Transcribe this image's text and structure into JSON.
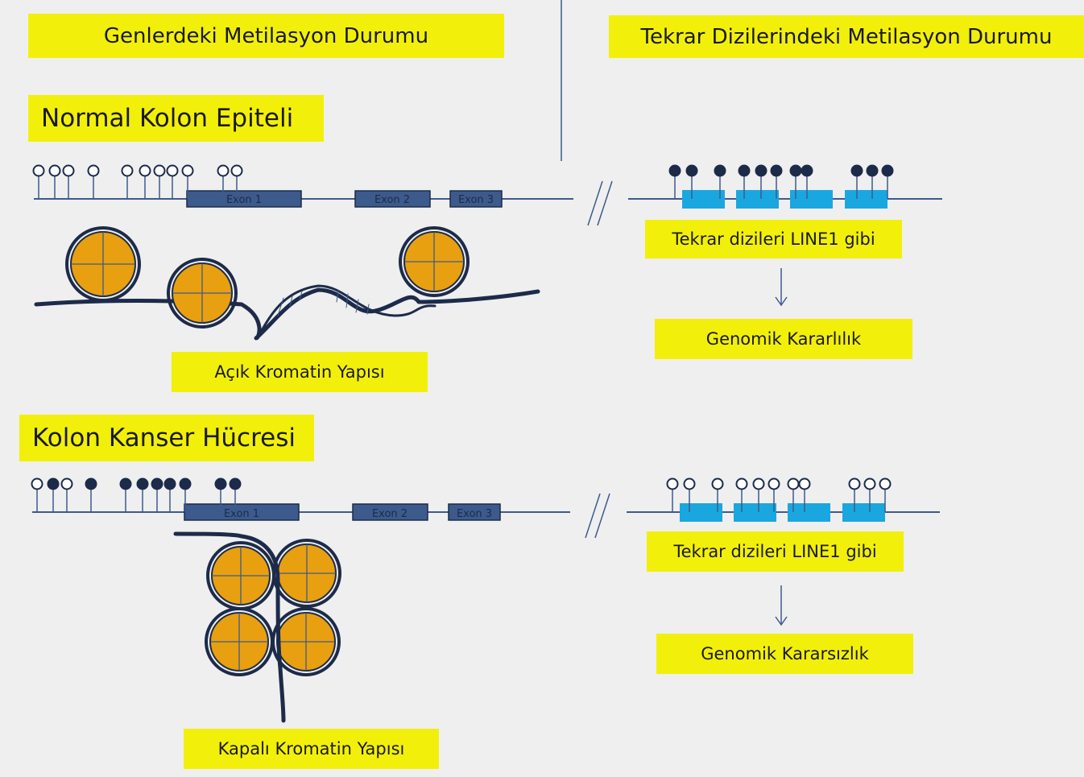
{
  "headers": {
    "genes": "Genlerdeki Metilasyon Durumu",
    "repeats": "Tekrar Dizilerindeki Metilasyon Durumu"
  },
  "normal": {
    "title": "Normal Kolon Epiteli",
    "chromatin": "Açık Kromatin Yapısı",
    "repeat_label": "Tekrar dizileri LINE1 gibi",
    "outcome": "Genomik Kararlılık",
    "exons": [
      "Exon 1",
      "Exon 2",
      "Exon 3"
    ]
  },
  "cancer": {
    "title": "Kolon Kanser Hücresi",
    "chromatin": "Kapalı Kromatin Yapısı",
    "repeat_label": "Tekrar dizileri LINE1 gibi",
    "outcome": "Genomik Kararsızlık",
    "exons": [
      "Exon 1",
      "Exon 2",
      "Exon 3"
    ]
  },
  "colors": {
    "label_bg": "#f2f00a",
    "navy": "#1c2b4a",
    "exon_fill": "#3d5a8c",
    "repeat_fill": "#1aa7df",
    "nucleosome": "#e8a010",
    "background": "#efefef"
  },
  "legend": {
    "methylated_marker": "filled-circle",
    "unmethylated_marker": "open-circle"
  }
}
